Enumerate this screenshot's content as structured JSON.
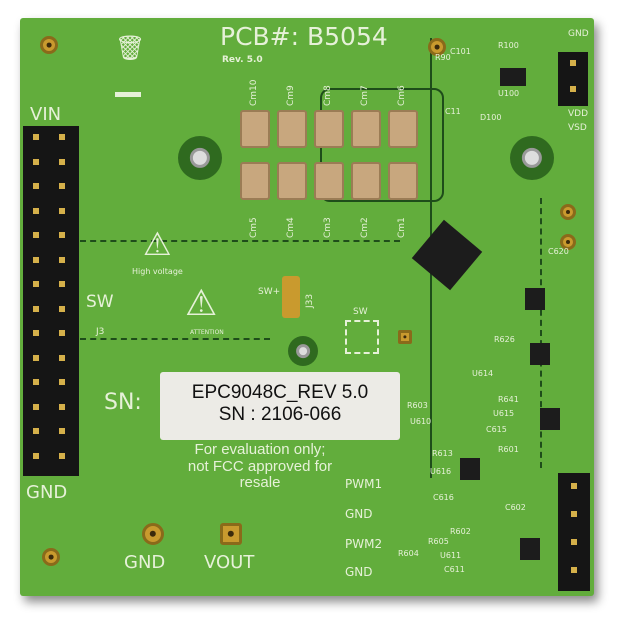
{
  "board": {
    "pcb_number": "PCB#: B5054",
    "revision": "Rev. 5.0",
    "label_line1": "EPC9048C_REV 5.0",
    "label_line2": "SN : 2106-066",
    "sn_prefix": "SN:",
    "disclaimer_line1": "For evaluation only;",
    "disclaimer_line2": "not FCC approved for",
    "disclaimer_line3": "resale",
    "high_voltage": "High voltage",
    "esd_warning": "ATTENTION",
    "connectors": {
      "vin": "VIN",
      "sw": "SW",
      "j3": "J3",
      "gnd_left": "GND",
      "gnd_bottom": "GND",
      "vout": "VOUT",
      "pwm1": "PWM1",
      "gnd1": "GND",
      "pwm2": "PWM2",
      "gnd2": "GND",
      "gnd_top": "GND",
      "vdd": "VDD",
      "vsd": "VSD",
      "sw_plus": "SW+",
      "j33": "J33",
      "sw_mid": "SW"
    },
    "capacitors_top": [
      "Cm10",
      "Cm9",
      "Cm8",
      "Cm7",
      "Cm6"
    ],
    "capacitors_bottom": [
      "Cm5",
      "Cm4",
      "Cm3",
      "Cm2",
      "Cm1"
    ],
    "designators": [
      "R100",
      "R90",
      "C101",
      "U100",
      "C11",
      "D100",
      "R603",
      "U610",
      "R641",
      "U615",
      "C615",
      "R613",
      "U616",
      "C616",
      "R601",
      "C602",
      "R605",
      "U611",
      "C611",
      "R604",
      "R602",
      "C620",
      "R626",
      "U614"
    ],
    "colors": {
      "solder_mask": "#62ad3c",
      "silkscreen": "#e6f1d8",
      "header": "#151515"
    }
  }
}
